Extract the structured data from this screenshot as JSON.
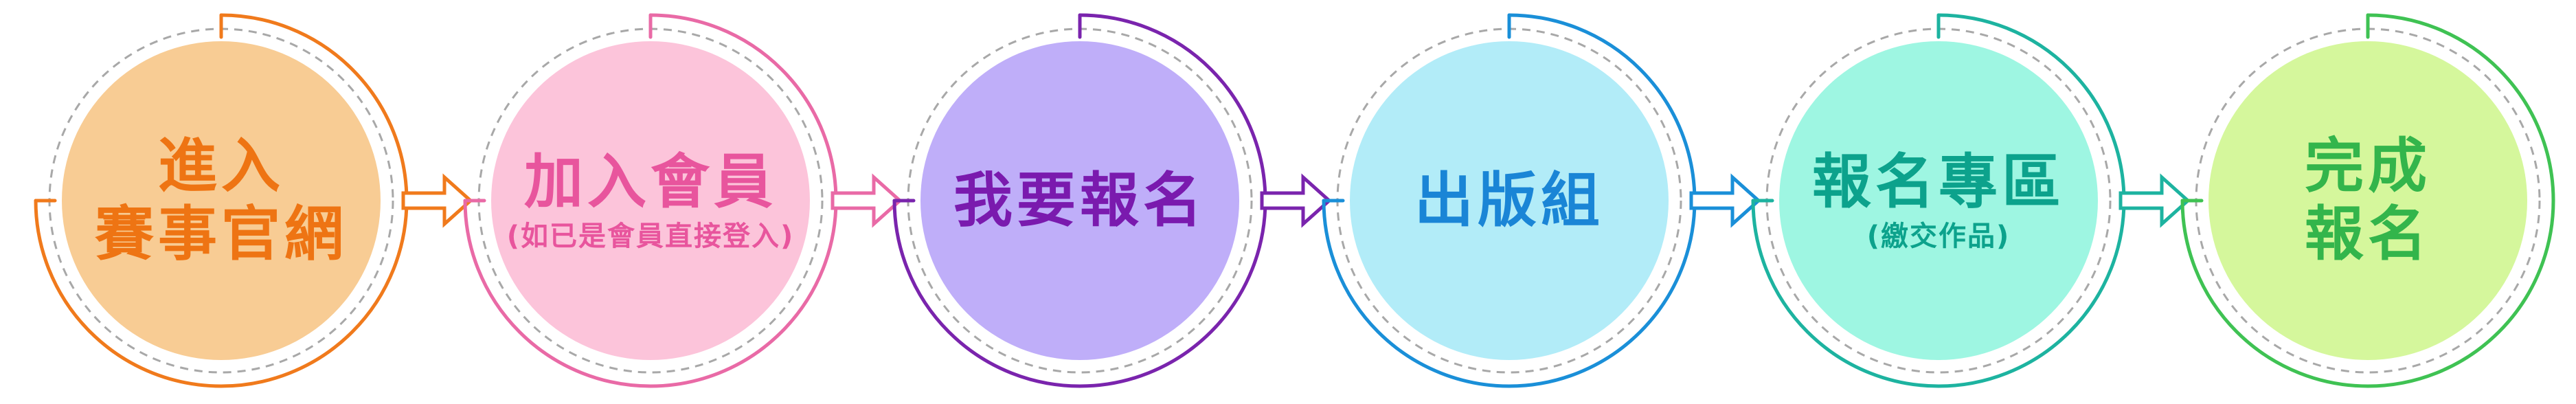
{
  "steps": [
    {
      "id": "enter-official-site",
      "lines": [
        "進入",
        "賽事官網"
      ],
      "sub": "",
      "fill": "#f8cc94",
      "stroke": "#f07a1c",
      "text": "#ee7413"
    },
    {
      "id": "join-member",
      "lines": [
        "加入會員"
      ],
      "sub": "(如已是會員直接登入)",
      "fill": "#fcc4da",
      "stroke": "#e96aa6",
      "text": "#e8559d"
    },
    {
      "id": "register",
      "lines": [
        "我要報名"
      ],
      "sub": "",
      "fill": "#bfaef9",
      "stroke": "#7a24ad",
      "text": "#7a1aae"
    },
    {
      "id": "publishing-group",
      "lines": [
        "出版組"
      ],
      "sub": "",
      "fill": "#b2ecf8",
      "stroke": "#1a8fd8",
      "text": "#1a85d6"
    },
    {
      "id": "registration-area",
      "lines": [
        "報名專區"
      ],
      "sub": "(繳交作品)",
      "fill": "#9ef6e2",
      "stroke": "#1db3a0",
      "text": "#0ca28c"
    },
    {
      "id": "complete-registration",
      "lines": [
        "完成",
        "報名"
      ],
      "sub": "",
      "fill": "#d5f79c",
      "stroke": "#3fc253",
      "text": "#33b54b"
    }
  ]
}
